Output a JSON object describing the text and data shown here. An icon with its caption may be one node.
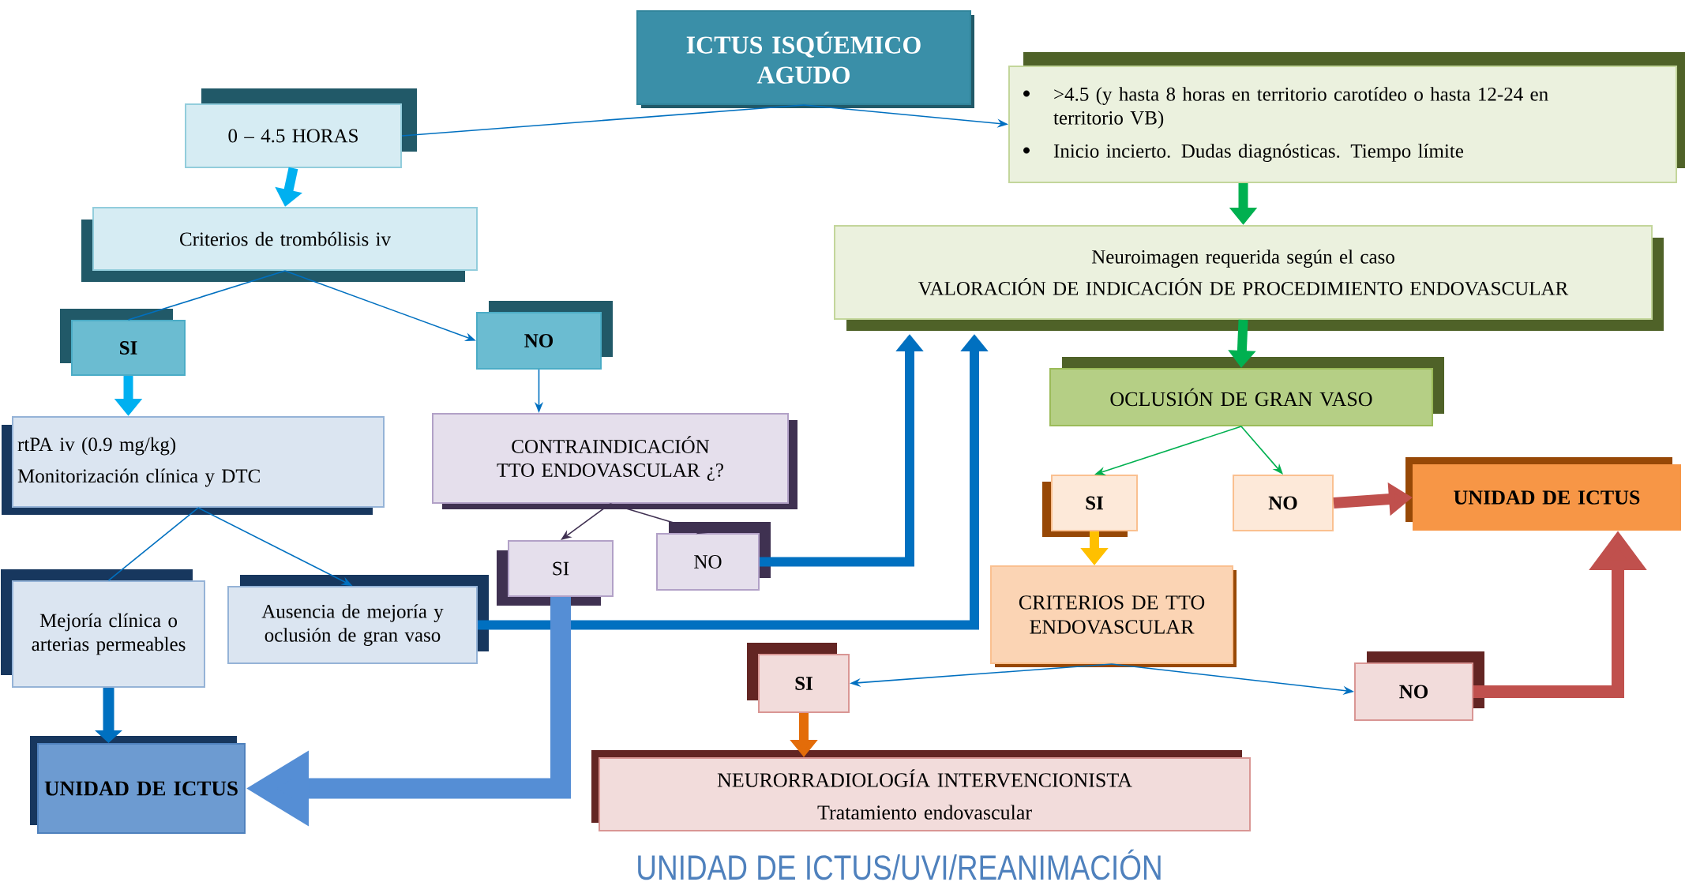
{
  "diagram": {
    "nodes": [
      {
        "text": [
          "ICTUS ISQÚEMICO AGUDO"
        ]
      },
      {
        "text": [
          "0 – 4.5 HORAS"
        ]
      },
      {
        "text": [
          ">4.5 (y hasta 8 horas en territorio carotídeo o hasta 12-24 en territorio VB)",
          "Inicio incierto. Dudas diagnósticas. Tiempo límite"
        ]
      },
      {
        "text": [
          "Criterios de trombólisis iv"
        ]
      },
      {
        "text": [
          "SI"
        ]
      },
      {
        "text": [
          "NO"
        ]
      },
      {
        "text": [
          "rtPA iv (0.9 mg/kg)",
          "Monitorización clínica y DTC"
        ]
      },
      {
        "text": [
          "CONTRAINDICACIÓN TTO ENDOVASCULAR ¿?"
        ]
      },
      {
        "text": [
          "Neuroimagen requerida según el caso",
          "VALORACIÓN DE INDICACIÓN DE PROCEDIMIENTO ENDOVASCULAR"
        ]
      },
      {
        "text": [
          "OCLUSIÓN DE GRAN VASO"
        ]
      },
      {
        "text": [
          "SI"
        ]
      },
      {
        "text": [
          "NO"
        ]
      },
      {
        "text": [
          "Mejoría clínica o arterias permeables"
        ]
      },
      {
        "text": [
          "Ausencia de mejoría y oclusión de gran vaso"
        ]
      },
      {
        "text": [
          "SI"
        ]
      },
      {
        "text": [
          "NO"
        ]
      },
      {
        "text": [
          "UNIDAD DE ICTUS"
        ]
      },
      {
        "text": [
          "CRITERIOS DE TTO ENDOVASCULAR"
        ]
      },
      {
        "text": [
          "SI"
        ]
      },
      {
        "text": [
          "NO"
        ]
      },
      {
        "text": [
          "UNIDAD DE ICTUS"
        ]
      },
      {
        "text": [
          "NEURORRADIOLOGÍA INTERVENCIONISTA",
          "Tratamiento endovascular"
        ]
      }
    ],
    "edges": [
      {
        "from": 0,
        "to": 1,
        "arrow": "none"
      },
      {
        "from": 0,
        "to": 2,
        "arrow": "to"
      },
      {
        "from": 1,
        "to": 3,
        "arrow": "to",
        "style": "thick",
        "color": "#00b0f0"
      },
      {
        "from": 3,
        "to": 4,
        "arrow": "none"
      },
      {
        "from": 3,
        "to": 5,
        "arrow": "to"
      },
      {
        "from": 4,
        "to": 6,
        "arrow": "to",
        "style": "thick",
        "color": "#00b0f0"
      },
      {
        "from": 5,
        "to": 7,
        "arrow": "to"
      },
      {
        "from": 6,
        "to": 12,
        "arrow": "none"
      },
      {
        "from": 6,
        "to": 13,
        "arrow": "to"
      },
      {
        "from": 12,
        "to": 20,
        "arrow": "to",
        "style": "thick"
      },
      {
        "from": 2,
        "to": 8,
        "arrow": "to",
        "style": "thick",
        "color": "#00b050"
      },
      {
        "from": 8,
        "to": 9,
        "arrow": "to",
        "style": "thick",
        "color": "#00b050"
      },
      {
        "from": 7,
        "to": 10,
        "arrow": "to",
        "color": "#403152"
      },
      {
        "from": 7,
        "to": 11,
        "arrow": "to",
        "color": "#403152"
      },
      {
        "from": 11,
        "to": 8,
        "arrow": "to",
        "style": "thick"
      },
      {
        "from": 13,
        "to": 8,
        "arrow": "to",
        "style": "thick"
      },
      {
        "from": 10,
        "to": 20,
        "arrow": "to",
        "style": "thick",
        "color": "#558ed5"
      },
      {
        "from": 9,
        "to": 14,
        "arrow": "to",
        "color": "#00b050"
      },
      {
        "from": 9,
        "to": 15,
        "arrow": "to",
        "color": "#00b050"
      },
      {
        "from": 15,
        "to": 16,
        "arrow": "to",
        "style": "thick",
        "color": "#c0504d"
      },
      {
        "from": 14,
        "to": 17,
        "arrow": "to",
        "style": "thick",
        "color": "#ffc000"
      },
      {
        "from": 17,
        "to": 18,
        "arrow": "to"
      },
      {
        "from": 17,
        "to": 19,
        "arrow": "to"
      },
      {
        "from": 19,
        "to": 16,
        "arrow": "to",
        "style": "thick",
        "color": "#c0504d"
      },
      {
        "from": 18,
        "to": 21,
        "arrow": "to",
        "style": "thick",
        "color": "#e36c09"
      }
    ],
    "labels": [
      "UNIDAD DE ICTUS/UVI/REANIMACIÓN"
    ]
  }
}
